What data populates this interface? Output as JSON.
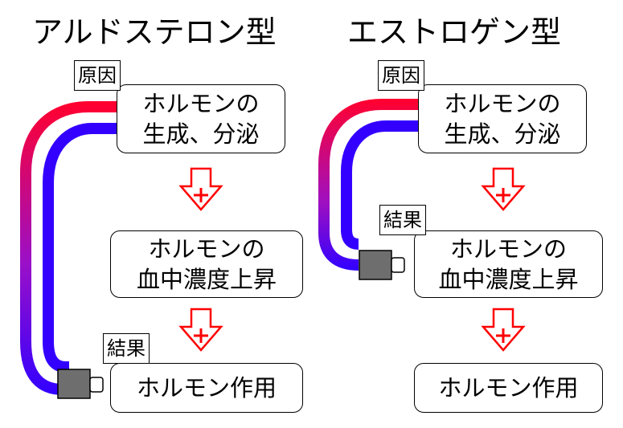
{
  "diagrams": [
    {
      "title": "アルドステロン型",
      "cause_label": "原因",
      "result_label": "結果",
      "steps": [
        "ホルモンの\n生成、分泌",
        "ホルモンの\n血中濃度上昇",
        "ホルモン作用"
      ]
    },
    {
      "title": "エストロゲン型",
      "cause_label": "原因",
      "result_label": "結果",
      "steps": [
        "ホルモンの\n生成、分泌",
        "ホルモンの\n血中濃度上昇",
        "ホルモン作用"
      ]
    }
  ],
  "colors": {
    "pipe_red": "#ff0030",
    "pipe_blue": "#3300ff",
    "arrow": "#ff0000",
    "plug": "#6e6e6e"
  }
}
